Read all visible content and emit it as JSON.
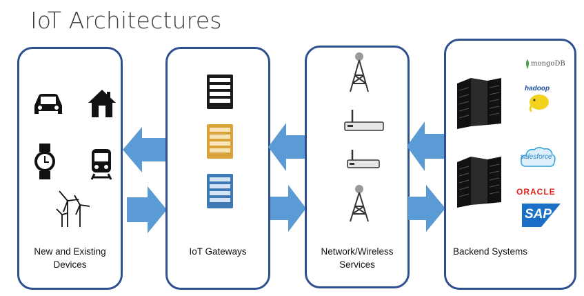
{
  "title": "IoT Architectures",
  "panels": [
    {
      "label_line1": "New and Existing",
      "label_line2": "Devices"
    },
    {
      "label_line1": "IoT Gateways",
      "label_line2": ""
    },
    {
      "label_line1": "Network/Wireless",
      "label_line2": "Services"
    },
    {
      "label_line1": "Backend Systems",
      "label_line2": ""
    }
  ],
  "backend_logos": {
    "mongodb": "mongoDB",
    "hadoop": "hadoop",
    "salesforce": "salesforce",
    "oracle": "ORACLE",
    "sap": "SAP"
  },
  "colors": {
    "panel_border": "#2e4f8f",
    "arrow": "#5b9bd5",
    "gateway_gold": "#d9a33c",
    "gateway_blue": "#3f79b5"
  },
  "icons": [
    "car-icon",
    "house-icon",
    "watch-icon",
    "train-icon",
    "wind-turbine-icon",
    "server-icon",
    "radio-tower-icon",
    "router-icon",
    "server-rack-icon"
  ]
}
